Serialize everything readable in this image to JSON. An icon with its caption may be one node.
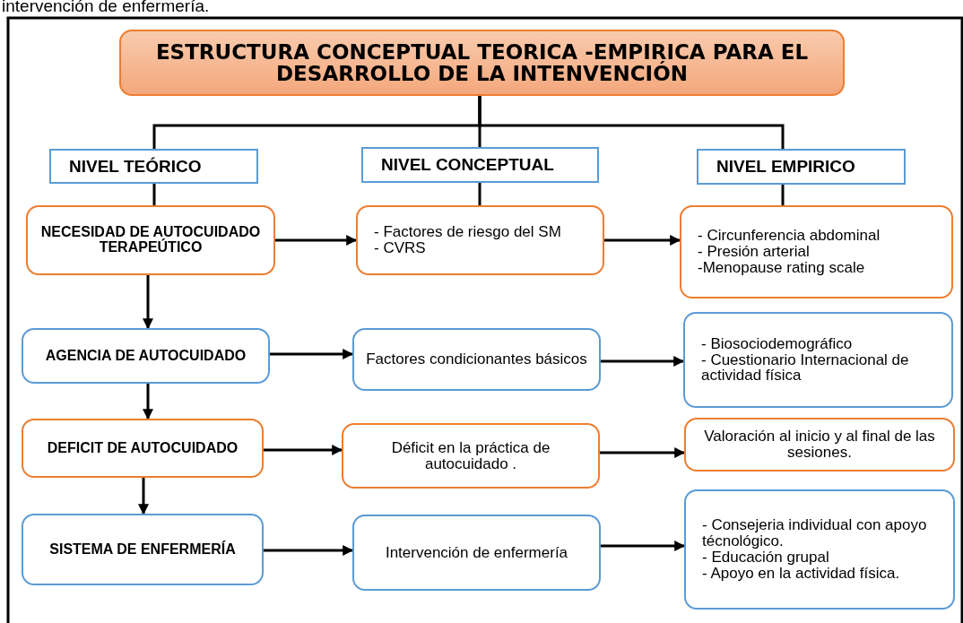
{
  "diagram": {
    "nodes": [
      {
        "text": [
          "ESTRUCTURA CONCEPTUAL  TEORICA -EMPIRICA PARA EL DESARROLLO DE LA INTENVENCIÓN"
        ]
      },
      {
        "text": [
          "NIVEL TEÓRICO"
        ]
      },
      {
        "text": [
          "NIVEL CONCEPTUAL"
        ]
      },
      {
        "text": [
          "NIVEL EMPIRICO"
        ]
      },
      {
        "text": [
          "NECESIDAD DE AUTOCUIDADO TERAPEÚTICO"
        ]
      },
      {
        "text": [
          "- Factores de riesgo del SM",
          "- CVRS"
        ]
      },
      {
        "text": [
          "- Circunferencia abdominal",
          "- Presión arterial",
          "-Menopause rating scale"
        ]
      },
      {
        "text": [
          "AGENCIA DE AUTOCUIDADO"
        ]
      },
      {
        "text": [
          "Factores condicionantes básicos"
        ]
      },
      {
        "text": [
          "- Biosociodemográfico",
          "- Cuestionario Internacional de actividad física"
        ]
      },
      {
        "text": [
          "DEFICIT DE AUTOCUIDADO"
        ]
      },
      {
        "text": [
          "Déficit en la práctica de autocuidado ."
        ]
      },
      {
        "text": [
          "Valoración al inicio y al final de las sesiones."
        ]
      },
      {
        "text": [
          "SISTEMA DE ENFERMERÍA"
        ]
      },
      {
        "text": [
          "Intervención de enfermería"
        ]
      },
      {
        "text": [
          "- Consejeria individual con apoyo técnológico.",
          "- Educación grupal",
          "- Apoyo en la actividad física."
        ]
      }
    ],
    "edges": [
      {
        "from": 0,
        "to": 1,
        "arrow": "none"
      },
      {
        "from": 0,
        "to": 2,
        "arrow": "none"
      },
      {
        "from": 0,
        "to": 3,
        "arrow": "none"
      },
      {
        "from": 1,
        "to": 4,
        "arrow": "none"
      },
      {
        "from": 2,
        "to": 5,
        "arrow": "none"
      },
      {
        "from": 3,
        "to": 6,
        "arrow": "none"
      },
      {
        "from": 4,
        "to": 5,
        "arrow": "to"
      },
      {
        "from": 5,
        "to": 6,
        "arrow": "to"
      },
      {
        "from": 7,
        "to": 8,
        "arrow": "to"
      },
      {
        "from": 8,
        "to": 9,
        "arrow": "to"
      },
      {
        "from": 10,
        "to": 11,
        "arrow": "to"
      },
      {
        "from": 11,
        "to": 12,
        "arrow": "to"
      },
      {
        "from": 13,
        "to": 14,
        "arrow": "to"
      },
      {
        "from": 14,
        "to": 15,
        "arrow": "to"
      },
      {
        "from": 4,
        "to": 7,
        "arrow": "to"
      },
      {
        "from": 7,
        "to": 10,
        "arrow": "to"
      },
      {
        "from": 10,
        "to": 13,
        "arrow": "to"
      }
    ],
    "labels": [
      "intervención de enfermería."
    ]
  }
}
